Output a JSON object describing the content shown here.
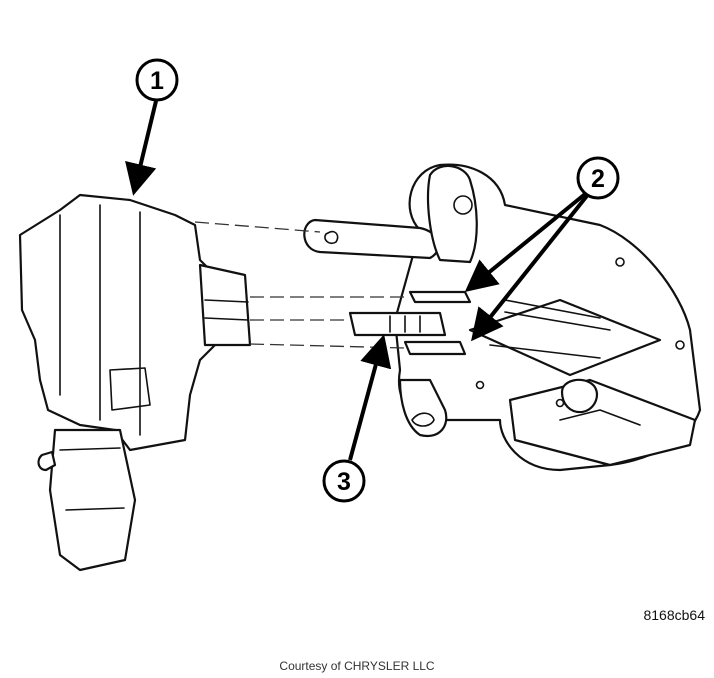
{
  "callouts": [
    {
      "number": "1",
      "target": "module"
    },
    {
      "number": "2",
      "target": "mounting tabs"
    },
    {
      "number": "3",
      "target": "locating pin"
    }
  ],
  "figure_id": "8168cb64",
  "credit": "Courtesy of CHRYSLER LLC"
}
